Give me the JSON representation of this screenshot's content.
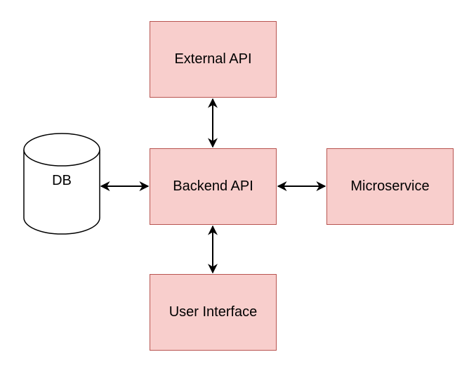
{
  "nodes": {
    "external_api": "External API",
    "backend_api": "Backend API",
    "microservice": "Microservice",
    "user_interface": "User Interface",
    "db": "DB"
  },
  "connections": [
    {
      "from": "external_api",
      "to": "backend_api",
      "direction": "bidirectional"
    },
    {
      "from": "db",
      "to": "backend_api",
      "direction": "bidirectional"
    },
    {
      "from": "backend_api",
      "to": "microservice",
      "direction": "bidirectional"
    },
    {
      "from": "backend_api",
      "to": "user_interface",
      "direction": "bidirectional"
    }
  ],
  "colors": {
    "box_fill": "#f8cecc",
    "box_border": "#b85450",
    "arrow": "#000000",
    "db_fill": "#ffffff",
    "db_border": "#000000"
  }
}
